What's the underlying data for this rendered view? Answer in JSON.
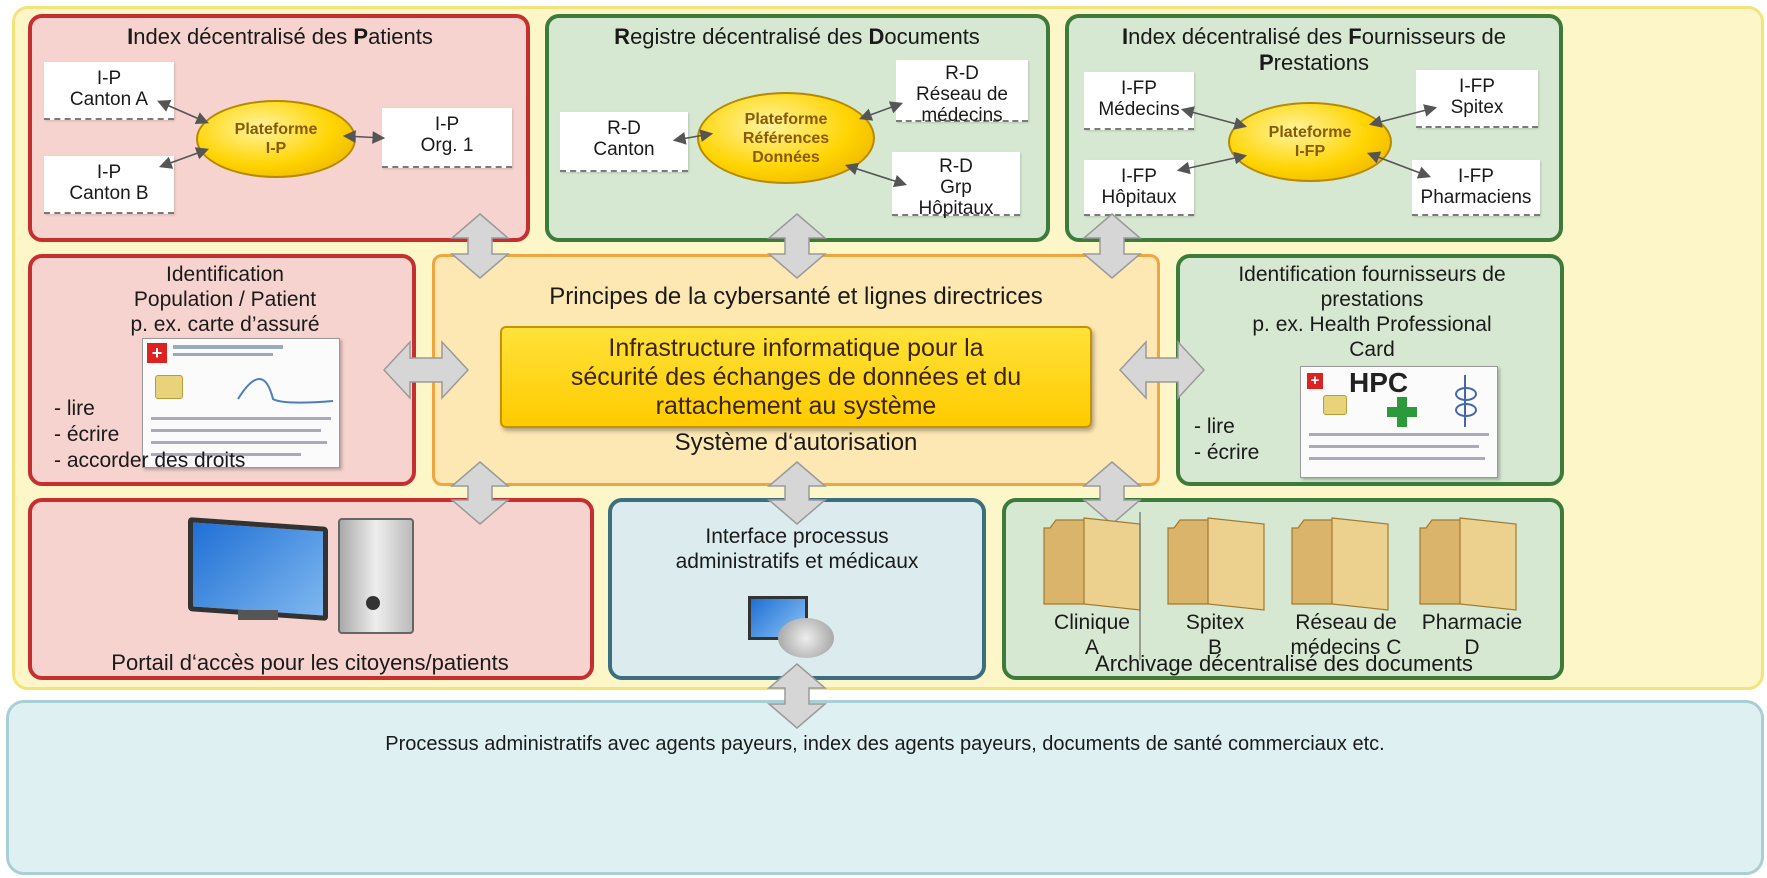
{
  "top_left": {
    "title_parts": [
      "I",
      "ndex décentralisé des ",
      "P",
      "atients"
    ],
    "nodes": [
      {
        "line1": "I-P",
        "line2": "Canton A"
      },
      {
        "line1": "I-P",
        "line2": "Canton B"
      },
      {
        "line1": "I-P",
        "line2": "Org. 1"
      }
    ],
    "platform": {
      "line1": "Plateforme",
      "line2": "I-P"
    }
  },
  "top_mid": {
    "title_parts": [
      "R",
      "egistre décentralisé des ",
      "D",
      "ocuments"
    ],
    "nodes": [
      {
        "line1": "R-D",
        "line2": "Canton"
      },
      {
        "line1": "R-D",
        "line2": "Réseau de",
        "line3": "médecins"
      },
      {
        "line1": "R-D",
        "line2": "Grp",
        "line3": "Hôpitaux"
      }
    ],
    "platform": {
      "line1": "Plateforme",
      "line2": "Références",
      "line3": "Données"
    }
  },
  "top_right": {
    "title_parts": [
      "I",
      "ndex décentralisé des ",
      "F",
      "ournisseurs de",
      "P",
      "restations"
    ],
    "nodes": [
      {
        "line1": "I-FP",
        "line2": "Médecins"
      },
      {
        "line1": "I-FP",
        "line2": "Spitex"
      },
      {
        "line1": "I-FP",
        "line2": "Hôpitaux"
      },
      {
        "line1": "I-FP",
        "line2": "Pharmaciens"
      }
    ],
    "platform": {
      "line1": "Plateforme",
      "line2": "I-FP"
    }
  },
  "mid_left": {
    "title_lines": [
      "Identification",
      "Population / Patient",
      "p. ex. carte d’assuré"
    ],
    "actions": [
      "- lire",
      "- écrire",
      "- accorder des droits"
    ]
  },
  "center": {
    "heading": "Principes de la cybersanté et lignes directrices",
    "box_lines": [
      "Infrastructure informatique pour la",
      "sécurité des échanges de données et du",
      "rattachement au système"
    ],
    "footer": "Système d‘autorisation"
  },
  "mid_right": {
    "title_lines": [
      "Identification fournisseurs de",
      "prestations",
      "p. ex. Health Professional",
      "Card"
    ],
    "card_label": "HPC",
    "actions": [
      "- lire",
      "- écrire"
    ]
  },
  "bottom_left": {
    "label": "Portail d‘accès pour les citoyens/patients"
  },
  "bottom_mid": {
    "title_lines": [
      "Interface processus",
      "administratifs et médicaux"
    ]
  },
  "bottom_right": {
    "folders": [
      {
        "line1": "Clinique",
        "line2": "A"
      },
      {
        "line1": "Spitex",
        "line2": "B"
      },
      {
        "line1": "Réseau de",
        "line2": "médecins C"
      },
      {
        "line1": "Pharmacie",
        "line2": "D"
      }
    ],
    "label": "Archivage décentralisé des documents"
  },
  "bottom_bar": {
    "label": "Processus administratifs avec agents payeurs, index des agents payeurs, documents de santé commerciaux etc."
  },
  "colors": {
    "red_panel": "#f6d3cf",
    "green_panel": "#d7e8d2",
    "blue_panel": "#dcecee",
    "platform": "#ffd400",
    "center": "#fde7b3",
    "arrow": "#d6d6d6"
  }
}
